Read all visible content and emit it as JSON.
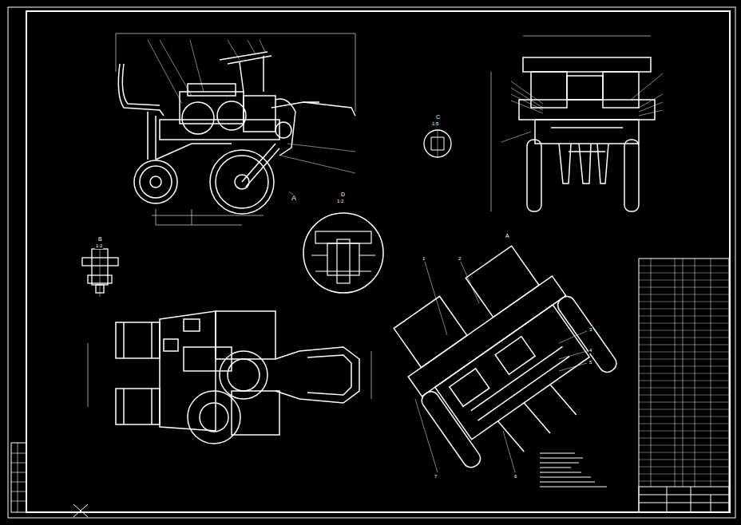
{
  "diagram": {
    "labels": [
      "A",
      "B",
      "1:2",
      "C",
      "1:5",
      "D",
      "1:2",
      "A",
      "1",
      "2",
      "3",
      "4",
      "5",
      "6",
      "7"
    ]
  }
}
